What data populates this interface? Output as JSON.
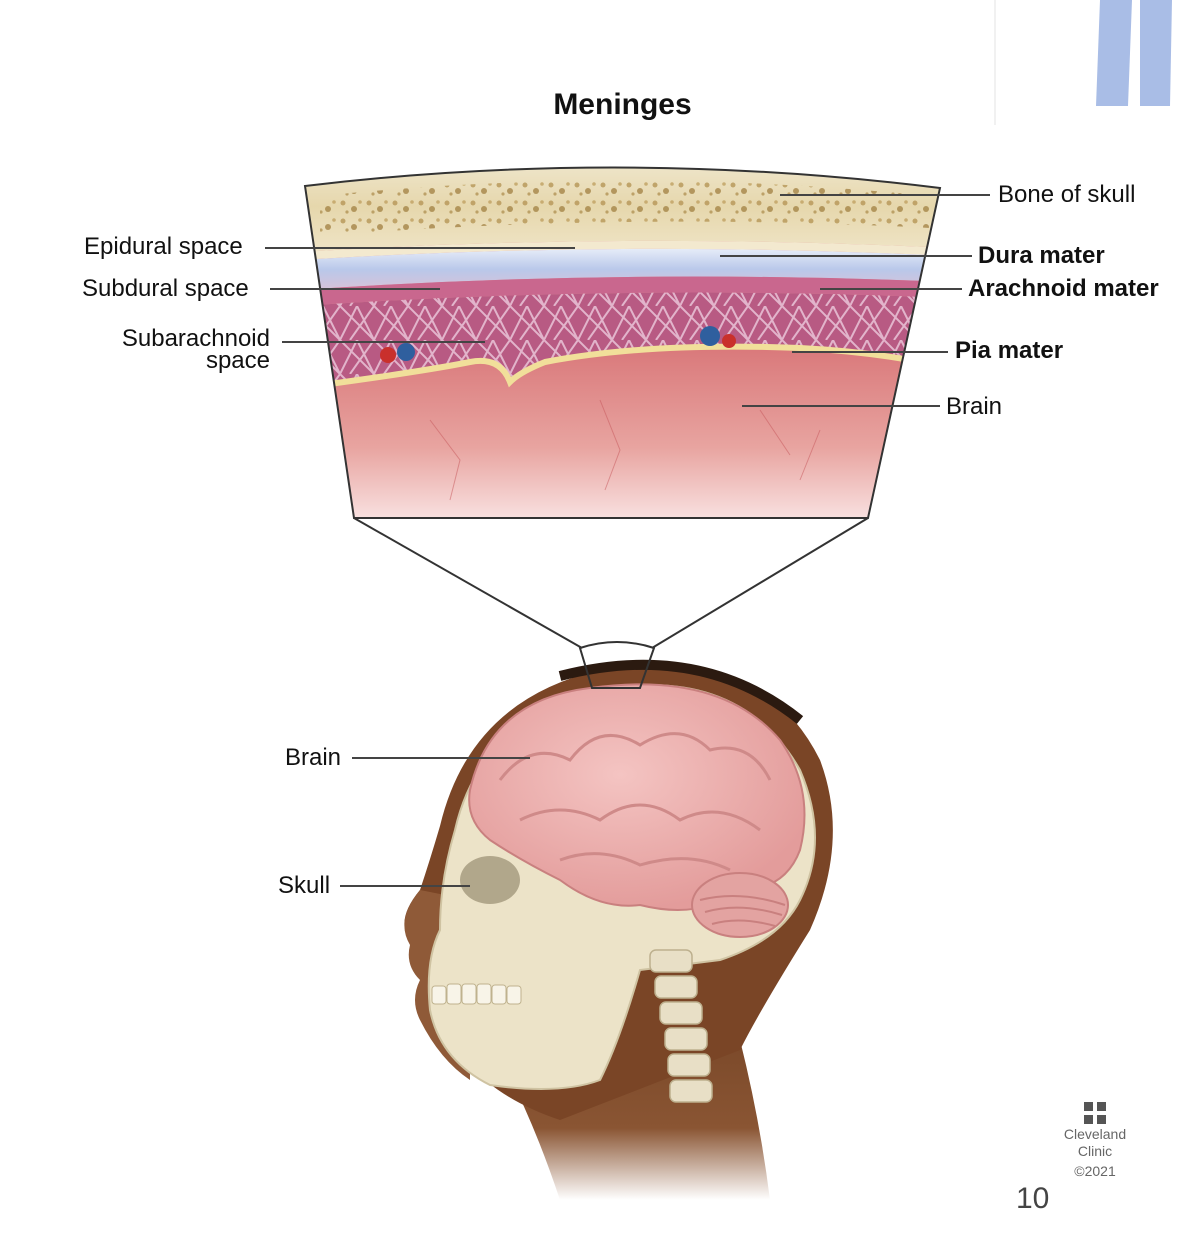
{
  "title": "Meninges",
  "labels": {
    "bone_of_skull": "Bone of skull",
    "epidural_space": "Epidural space",
    "dura_mater": "Dura mater",
    "subdural_space": "Subdural space",
    "arachnoid_mater": "Arachnoid mater",
    "subarachnoid_space_line1": "Subarachnoid",
    "subarachnoid_space_line2": "space",
    "pia_mater": "Pia mater",
    "brain_cross_section": "Brain",
    "brain": "Brain",
    "skull": "Skull"
  },
  "logo": {
    "name_line1": "Cleveland",
    "name_line2": "Clinic",
    "copyright": "©2021"
  },
  "page_number": "10",
  "colors": {
    "bone": "#e9dcb8",
    "dura": "#c9d4ec",
    "arachnoid": "#c9678e",
    "brain": "#dd8a86",
    "pia": "#f1df9a",
    "skin": "#8a5533",
    "skull_bone": "#ece3c8",
    "brain_tissue": "#eaa5a3",
    "body_silhouette": "#a9bde6"
  }
}
